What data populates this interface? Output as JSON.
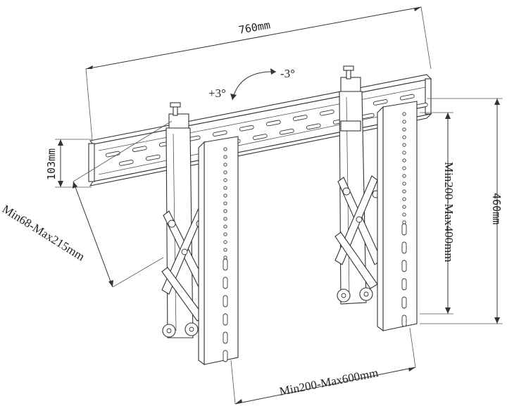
{
  "dimensions": {
    "width_label": "760mm",
    "rail_height_label": "103mm",
    "depth_label": "Min68-Max215mm",
    "vertical_spacing_label": "Min200-Max400mm",
    "total_height_label": "460mm",
    "horizontal_spacing_label": "Min200-Max600mm"
  },
  "tilt": {
    "plus_label": "+3°",
    "minus_label": "-3°"
  }
}
